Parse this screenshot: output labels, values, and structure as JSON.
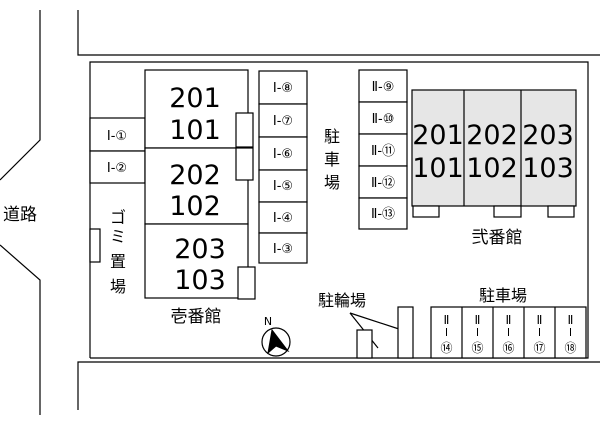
{
  "road": {
    "label": "道路"
  },
  "garbage": {
    "label": [
      "ゴ",
      "ミ",
      "置",
      "場"
    ]
  },
  "building1": {
    "name": "壱番館",
    "units": [
      {
        "top": "201",
        "bottom": "101"
      },
      {
        "top": "202",
        "bottom": "102"
      },
      {
        "top": "203",
        "bottom": "103"
      }
    ]
  },
  "building2": {
    "name": "弐番館",
    "units": [
      {
        "top": "201",
        "bottom": "101"
      },
      {
        "top": "202",
        "bottom": "102"
      },
      {
        "top": "203",
        "bottom": "103"
      }
    ]
  },
  "parking_center": {
    "label": [
      "駐",
      "車",
      "場"
    ]
  },
  "parking_bottom": {
    "label": "駐車場"
  },
  "bicycle_parking": {
    "label": "駐輪場"
  },
  "compass": {
    "label": "N"
  },
  "spaces": {
    "left": [
      "Ⅰ-①",
      "Ⅰ-②"
    ],
    "col": [
      "Ⅰ-⑧",
      "Ⅰ-⑦",
      "Ⅰ-⑥",
      "Ⅰ-⑤",
      "Ⅰ-④",
      "Ⅰ-③"
    ],
    "col2": [
      "Ⅱ-⑨",
      "Ⅱ-⑩",
      "Ⅱ-⑪",
      "Ⅱ-⑫",
      "Ⅱ-⑬"
    ],
    "bottom": [
      {
        "top": "Ⅱ",
        "bottom": "⑭"
      },
      {
        "top": "Ⅱ",
        "bottom": "⑮"
      },
      {
        "top": "Ⅱ",
        "bottom": "⑯"
      },
      {
        "top": "Ⅱ",
        "bottom": "⑰"
      },
      {
        "top": "Ⅱ",
        "bottom": "⑱"
      }
    ]
  }
}
